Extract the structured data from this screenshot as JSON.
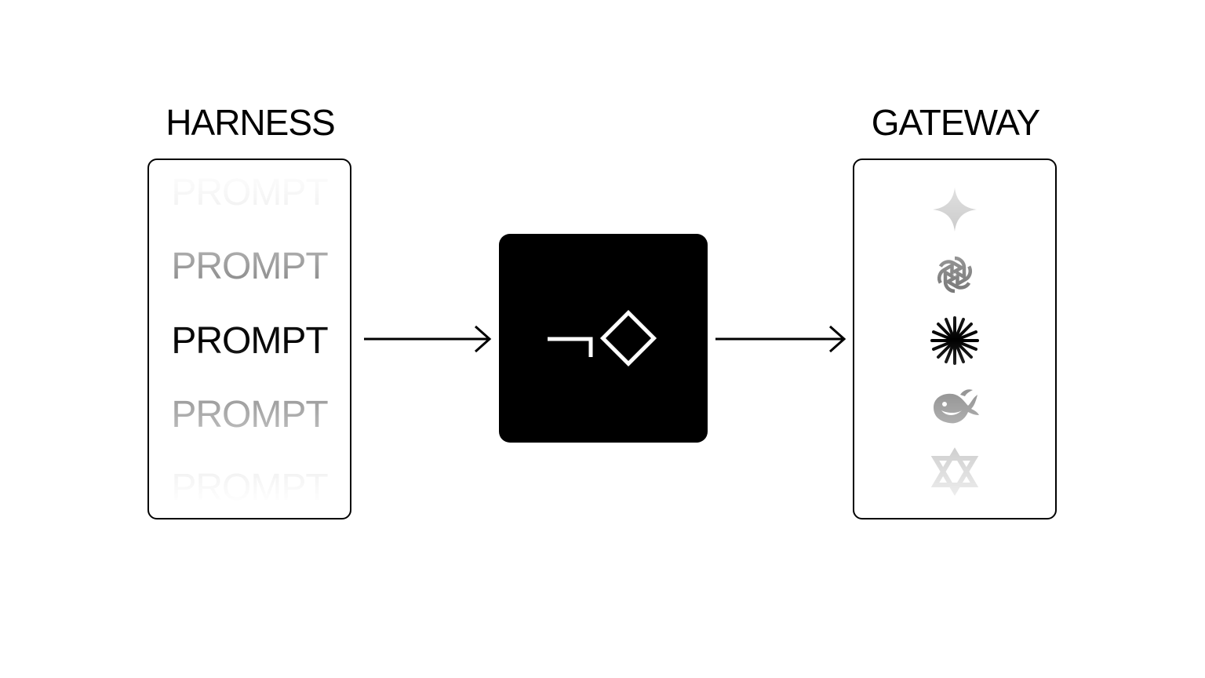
{
  "harness": {
    "title": "HARNESS",
    "prompts": [
      "PROMPT",
      "PROMPT",
      "PROMPT",
      "PROMPT",
      "PROMPT"
    ]
  },
  "gateway": {
    "title": "GATEWAY",
    "logos": [
      "gemini-sparkle-icon",
      "openai-knot-icon",
      "claude-asterisk-icon",
      "deepseek-whale-icon",
      "qwen-hexagram-icon"
    ]
  },
  "center": {
    "icon": "bracket-diamond-logo-icon"
  },
  "colors": {
    "ink": "#000000",
    "background": "#ffffff",
    "logo_mark": "#ffffff"
  }
}
